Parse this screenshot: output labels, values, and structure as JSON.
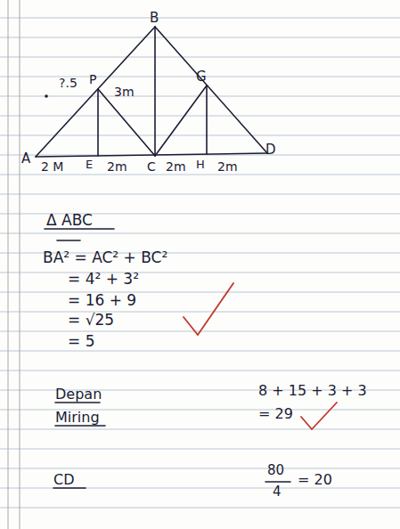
{
  "diagram": {
    "labels": [
      "B",
      "?.5",
      "P",
      "3m",
      "G",
      "A",
      "2 M",
      "E",
      "2m",
      "C",
      "2m",
      "H",
      "2m",
      "D",
      "Δ ABC",
      "BA² = AC² + BC²",
      "= 4² + 3²",
      "= 16 + 9",
      "= √25",
      "= 5",
      "Depan",
      "8 + 15 + 3 + 3",
      "Miring",
      "= 29",
      "CD",
      "80",
      "4",
      "= 20"
    ]
  }
}
